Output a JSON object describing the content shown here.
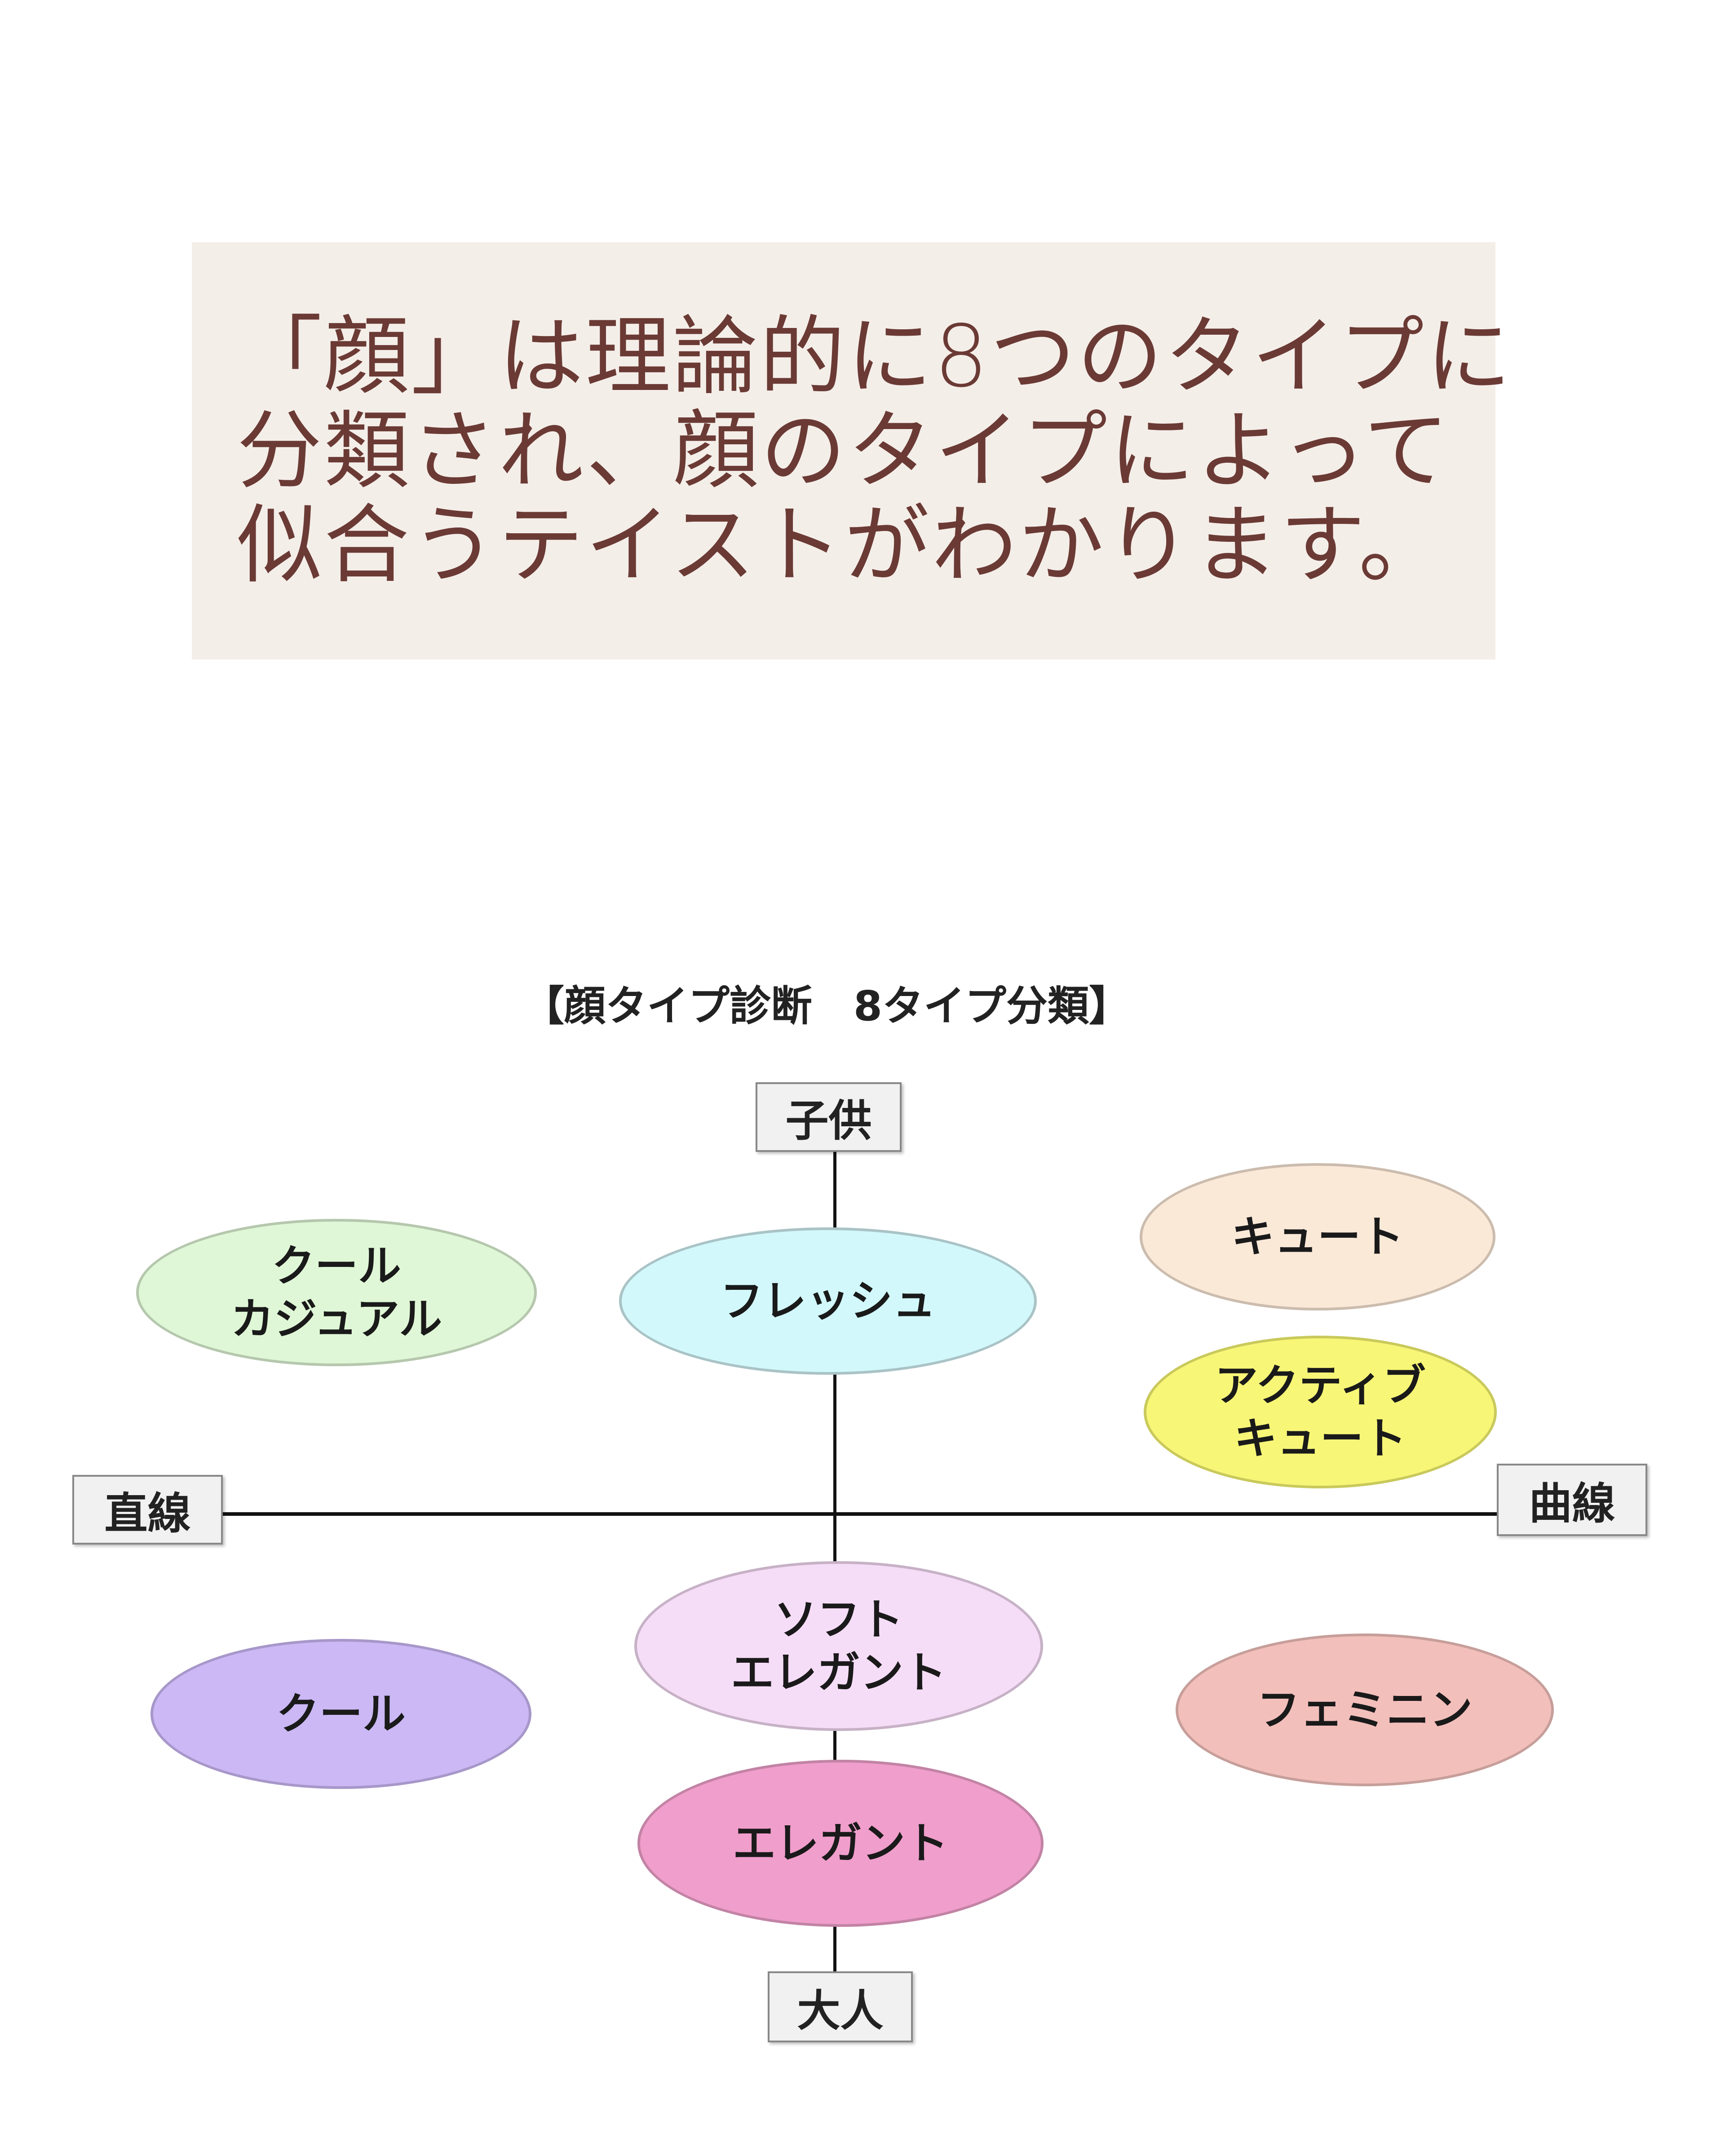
{
  "intro": {
    "lines": [
      "「顔」は理論的に8つのタイプに",
      "分類され、顔のタイプによって",
      "似合うテイストがわかります。"
    ],
    "background": "#f4eee9",
    "text_color": "#6b3a34"
  },
  "diagram": {
    "title": "【顔タイプ診断　8タイプ分類】",
    "axes": {
      "top": "子供",
      "bottom": "大人",
      "left": "直線",
      "right": "曲線"
    },
    "types": [
      {
        "label": "クール\nカジュアル",
        "fill": "#dff7d6",
        "stroke": "#b5c7ad",
        "quadrant": "top-left"
      },
      {
        "label": "フレッシュ",
        "fill": "#d2f8fb",
        "stroke": "#a9c3c6",
        "quadrant": "top-center"
      },
      {
        "label": "キュート",
        "fill": "#fbe9d8",
        "stroke": "#cbbcae",
        "quadrant": "top-right"
      },
      {
        "label": "アクティブ\nキュート",
        "fill": "#f7f677",
        "stroke": "#c9c95c",
        "quadrant": "top-right"
      },
      {
        "label": "ソフト\nエレガント",
        "fill": "#f6ddf7",
        "stroke": "#c6b1c6",
        "quadrant": "bottom-center"
      },
      {
        "label": "クール",
        "fill": "#cbb8f5",
        "stroke": "#a797c9",
        "quadrant": "bottom-left"
      },
      {
        "label": "フェミニン",
        "fill": "#f3bfbb",
        "stroke": "#c69e9a",
        "quadrant": "bottom-right"
      },
      {
        "label": "エレガント",
        "fill": "#f09ecb",
        "stroke": "#c283a5",
        "quadrant": "bottom-center"
      }
    ]
  }
}
